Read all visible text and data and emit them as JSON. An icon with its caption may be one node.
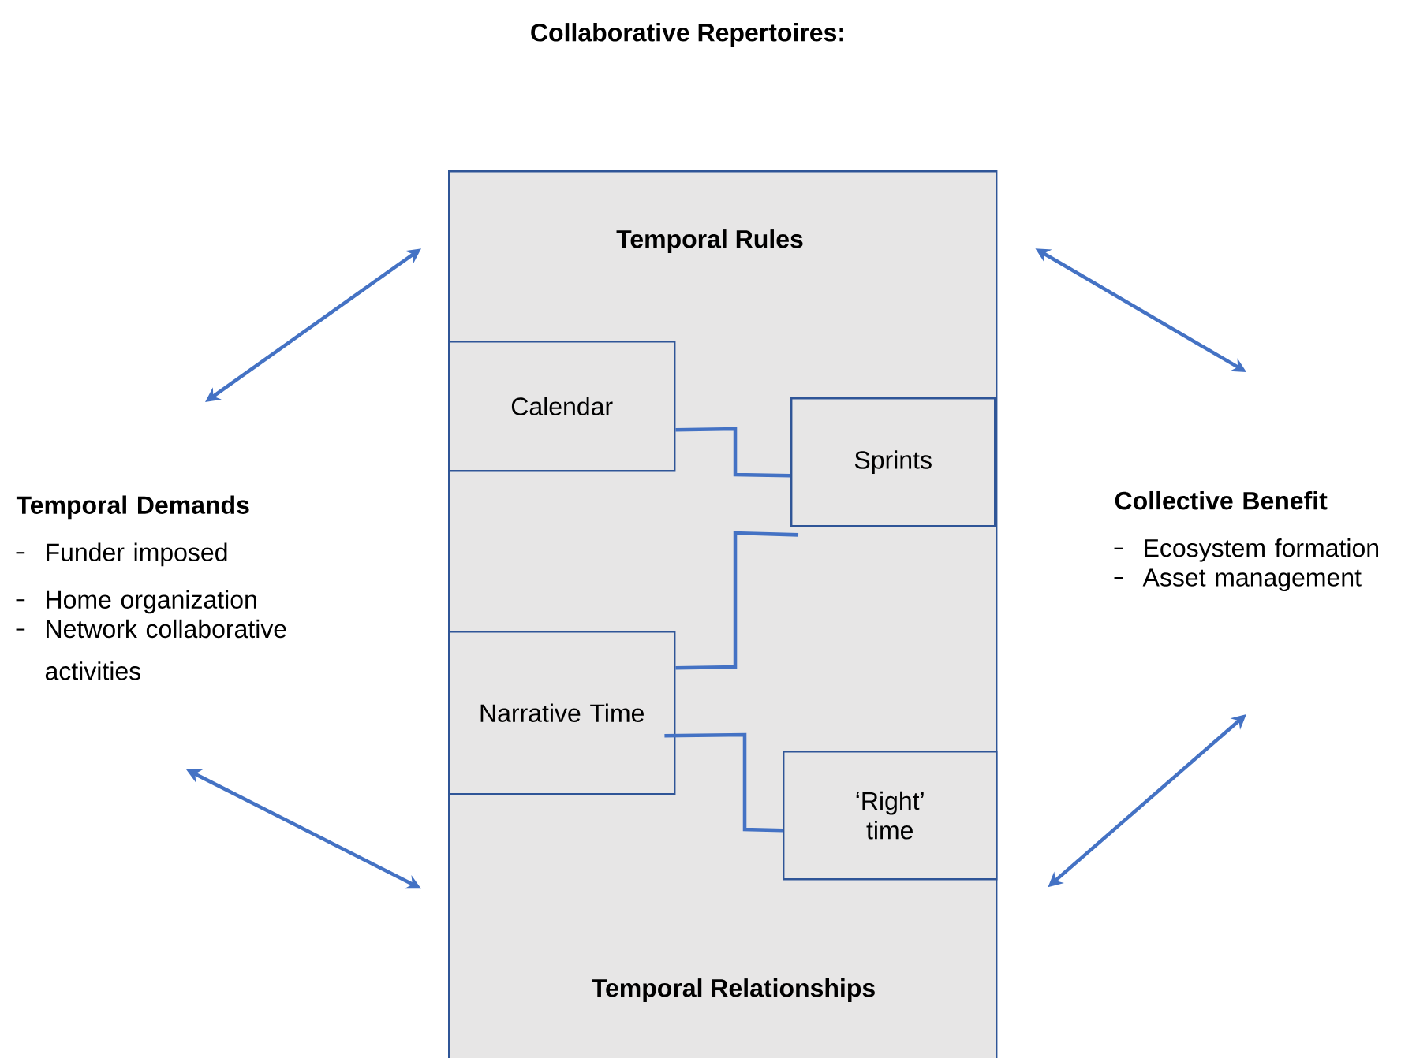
{
  "diagram": {
    "title": "Collaborative Repertoires:",
    "nodes": [
      {
        "text": [
          "Temporal Rules",
          "Temporal Relationships"
        ]
      },
      {
        "text": [
          "Calendar"
        ],
        "in": 0
      },
      {
        "text": [
          "Sprints"
        ],
        "in": 0
      },
      {
        "text": [
          "Narrative Time"
        ],
        "in": 0
      },
      {
        "text": [
          "‘Right’ time"
        ],
        "in": 0
      },
      {
        "text": [
          "Temporal Demands",
          "Funder imposed",
          "Home organization",
          "Network collaborative activities"
        ]
      },
      {
        "text": [
          "Collective Benefit",
          "Ecosystem formation",
          "Asset management"
        ]
      }
    ],
    "edges": [
      {
        "from": 1,
        "to": 2,
        "arrow": "none"
      },
      {
        "from": 2,
        "to": 3,
        "arrow": "none"
      },
      {
        "from": 3,
        "to": 4,
        "arrow": "none"
      },
      {
        "from": null,
        "to": 0,
        "arrow": "both"
      },
      {
        "from": null,
        "to": 0,
        "arrow": "both"
      },
      {
        "from": 0,
        "to": null,
        "arrow": "both"
      },
      {
        "from": 0,
        "to": null,
        "arrow": "both"
      }
    ]
  }
}
